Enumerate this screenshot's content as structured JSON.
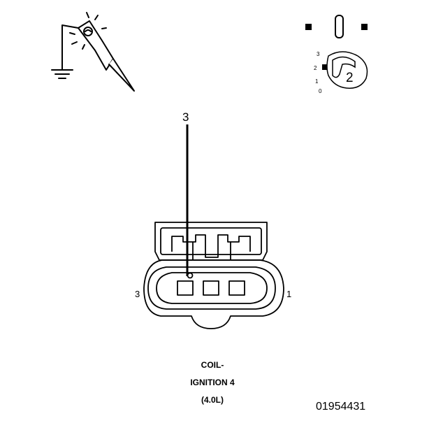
{
  "probe_tool": {
    "icon": "test-light-probe-icon"
  },
  "ignition_switch": {
    "icon": "ignition-key-icon",
    "positions": [
      "3",
      "2",
      "1",
      "0"
    ],
    "key_number": "2"
  },
  "callout": {
    "pin": "3"
  },
  "connector": {
    "icon": "coil-connector-icon",
    "left_pin_label": "3",
    "right_pin_label": "1"
  },
  "caption": {
    "line1": "COIL-",
    "line2": "IGNITION 4",
    "line3": "(4.0L)"
  },
  "figure_id": "01954431",
  "colors": {
    "ink": "#000000",
    "background": "#ffffff"
  }
}
